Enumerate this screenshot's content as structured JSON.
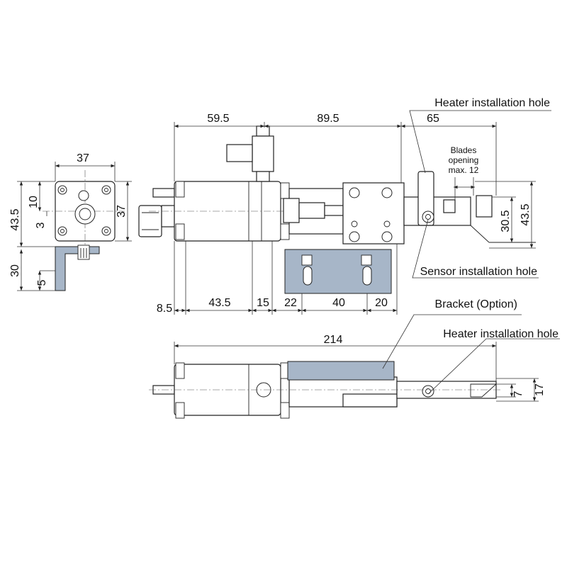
{
  "dimensions": {
    "side_width": "37",
    "side_height": "43.5",
    "side_offset": "10",
    "side_center": "3",
    "side_height_inner": "37",
    "bracket_height": "30",
    "bracket_offset": "5",
    "top_a": "59.5",
    "top_b": "89.5",
    "top_c": "65",
    "bottom_offset": "8.5",
    "bottom_a": "43.5",
    "bottom_b": "15",
    "bottom_c": "22",
    "bottom_d": "40",
    "bottom_e": "20",
    "right_inner": "30.5",
    "right_outer": "43.5",
    "total_length": "214",
    "plan_small": "7",
    "plan_large": "17"
  },
  "callouts": {
    "heater_top": "Heater installation hole",
    "heater_bottom": "Heater installation hole",
    "sensor": "Sensor installation hole",
    "bracket": "Bracket (Option)",
    "blades_line1": "Blades",
    "blades_line2": "opening",
    "blades_line3": "max. 12"
  },
  "colors": {
    "bracket_fill": "#a7b6c8",
    "line": "#222222"
  }
}
